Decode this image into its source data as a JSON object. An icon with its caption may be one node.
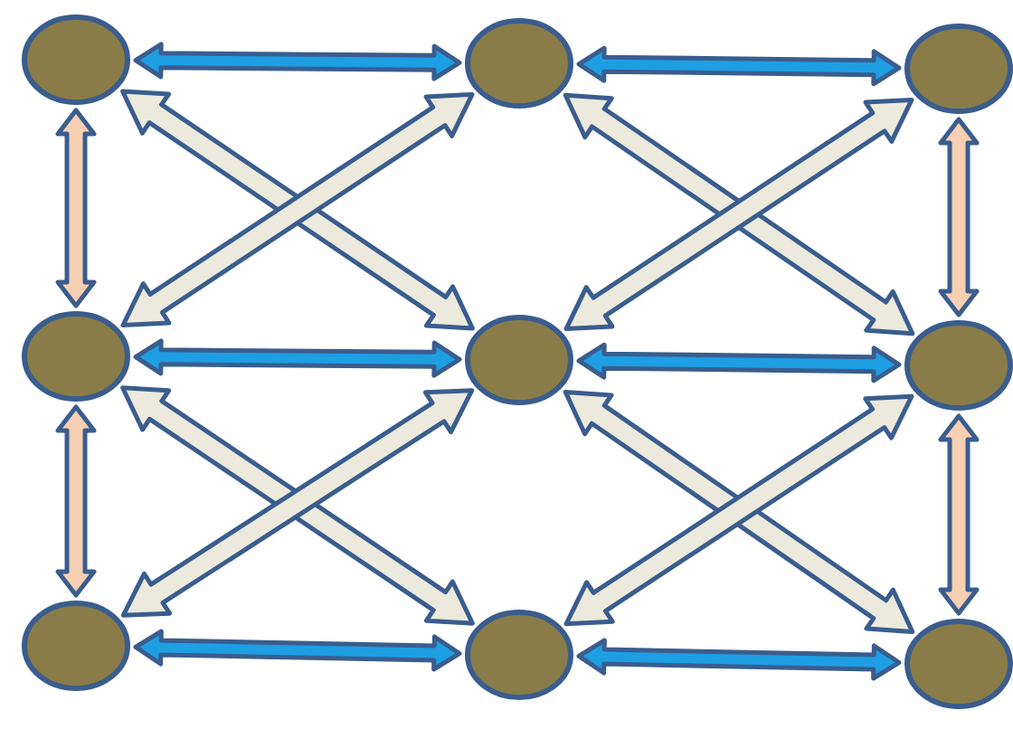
{
  "diagram": {
    "nodes": [
      {
        "text": [],
        "shape": "circle"
      },
      {
        "text": [],
        "shape": "circle"
      },
      {
        "text": [],
        "shape": "circle"
      },
      {
        "text": [],
        "shape": "circle"
      },
      {
        "text": [],
        "shape": "circle"
      },
      {
        "text": [],
        "shape": "circle"
      },
      {
        "text": [],
        "shape": "circle"
      },
      {
        "text": [],
        "shape": "circle"
      },
      {
        "text": [],
        "shape": "circle"
      }
    ],
    "edges": [
      {
        "from": 0,
        "to": 1,
        "arrow": "both",
        "color": "#1e9fe3"
      },
      {
        "from": 1,
        "to": 2,
        "arrow": "both",
        "color": "#1e9fe3"
      },
      {
        "from": 0,
        "to": 4,
        "arrow": "both"
      },
      {
        "from": 1,
        "to": 3,
        "arrow": "both"
      },
      {
        "from": 1,
        "to": 5,
        "arrow": "both"
      },
      {
        "from": 2,
        "to": 4,
        "arrow": "both"
      },
      {
        "from": 0,
        "to": 3,
        "arrow": "both",
        "color": "#f7cfb2"
      },
      {
        "from": 2,
        "to": 5,
        "arrow": "both",
        "color": "#f7cfb2"
      },
      {
        "from": 3,
        "to": 4,
        "arrow": "both",
        "color": "#1e9fe3"
      },
      {
        "from": 4,
        "to": 5,
        "arrow": "both",
        "color": "#1e9fe3"
      },
      {
        "from": 3,
        "to": 7,
        "arrow": "both"
      },
      {
        "from": 4,
        "to": 6,
        "arrow": "both"
      },
      {
        "from": 4,
        "to": 8,
        "arrow": "both"
      },
      {
        "from": 5,
        "to": 7,
        "arrow": "both"
      },
      {
        "from": 3,
        "to": 6,
        "arrow": "both",
        "color": "#f7cfb2"
      },
      {
        "from": 5,
        "to": 8,
        "arrow": "both",
        "color": "#f7cfb2"
      },
      {
        "from": 6,
        "to": 7,
        "arrow": "both",
        "color": "#1e9fe3"
      },
      {
        "from": 7,
        "to": 8,
        "arrow": "both",
        "color": "#1e9fe3"
      }
    ]
  }
}
